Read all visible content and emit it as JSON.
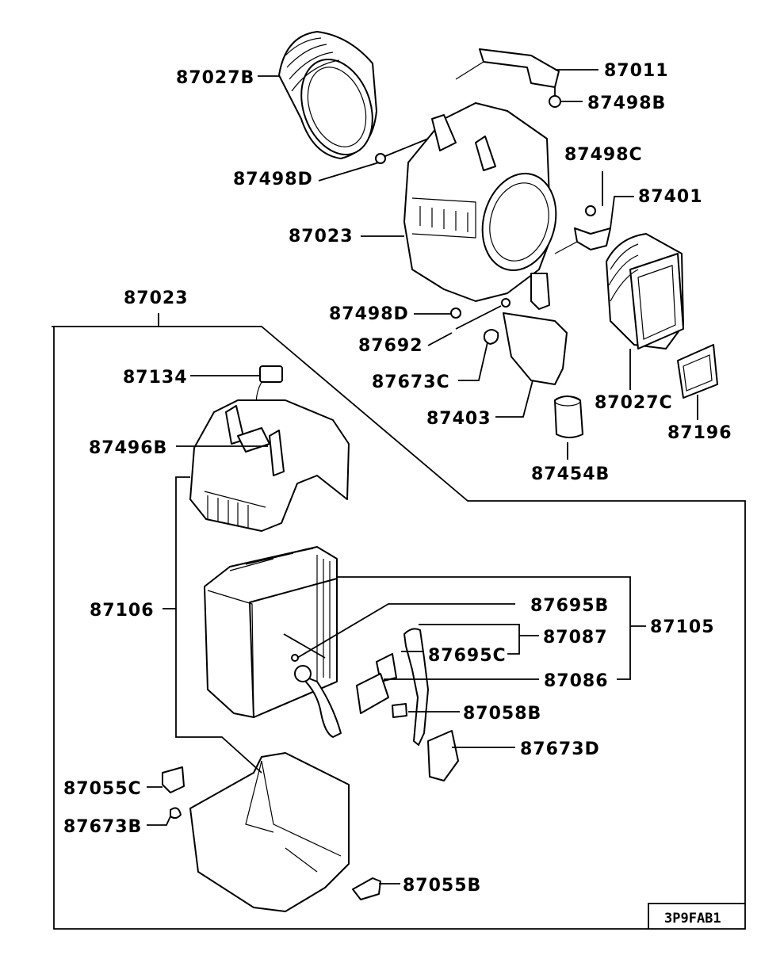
{
  "diagram": {
    "labels": {
      "p87027B": "87027B",
      "p87011": "87011",
      "p87498B": "87498B",
      "p87498D_top": "87498D",
      "p87498C": "87498C",
      "p87401": "87401",
      "p87023_top": "87023",
      "p87498D_mid": "87498D",
      "p87692": "87692",
      "p87673C": "87673C",
      "p87403": "87403",
      "p87027C": "87027C",
      "p87196": "87196",
      "p87454B": "87454B",
      "p87023_group": "87023",
      "p87134": "87134",
      "p87496B": "87496B",
      "p87106": "87106",
      "p87695B": "87695B",
      "p87105": "87105",
      "p87087": "87087",
      "p87695C": "87695C",
      "p87086": "87086",
      "p87058B": "87058B",
      "p87673D": "87673D",
      "p87055C": "87055C",
      "p87673B": "87673B",
      "p87055B": "87055B"
    },
    "figure_code": "3P9FAB1"
  }
}
